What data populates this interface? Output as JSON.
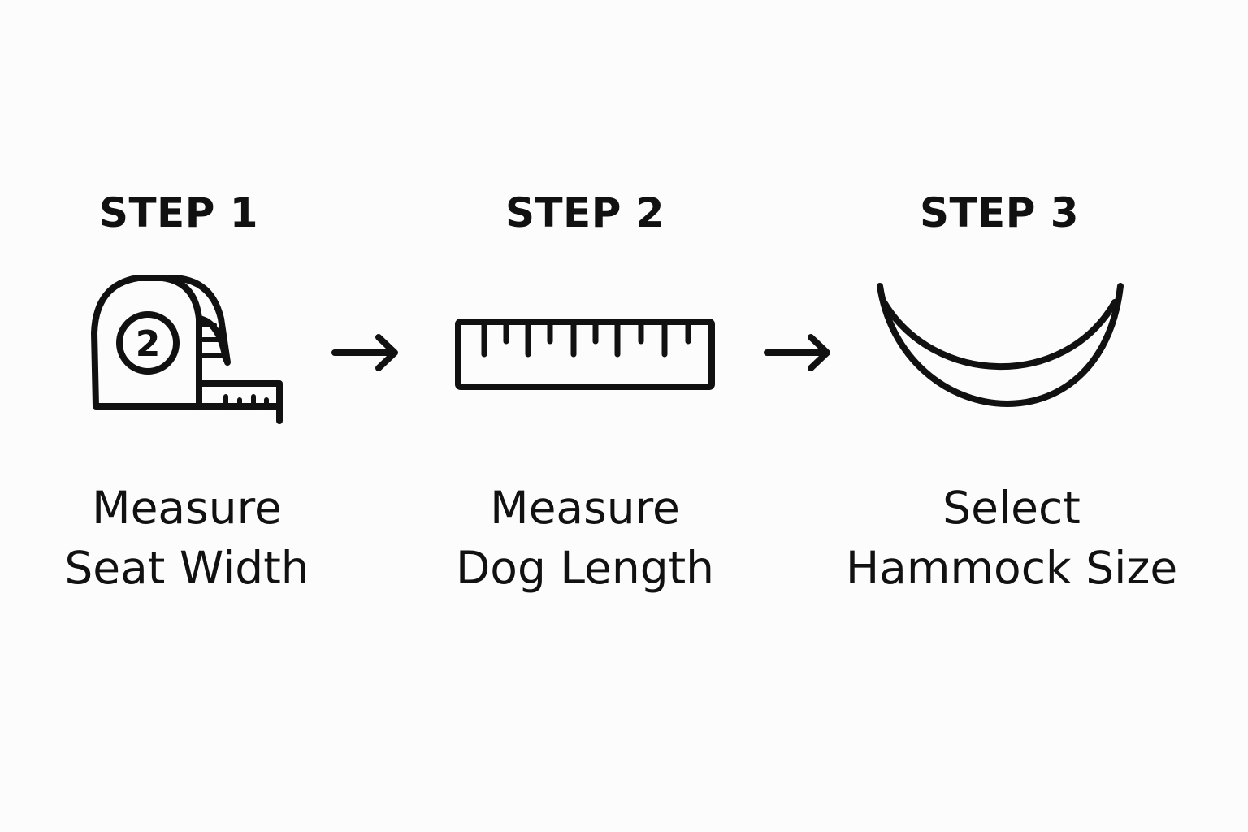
{
  "steps": [
    {
      "title": "STEP 1",
      "desc_line1": "Measure",
      "desc_line2": "Seat Width",
      "icon": "tape-measure-icon",
      "tape_number": "2"
    },
    {
      "title": "STEP 2",
      "desc_line1": "Measure",
      "desc_line2": "Dog Length",
      "icon": "ruler-icon"
    },
    {
      "title": "STEP 3",
      "desc_line1": "Select",
      "desc_line2": "Hammock Size",
      "icon": "hammock-icon"
    }
  ],
  "connectors": [
    "arrow-right-icon",
    "arrow-right-icon"
  ],
  "colors": {
    "background": "#fcfcfc",
    "ink": "#111111"
  }
}
